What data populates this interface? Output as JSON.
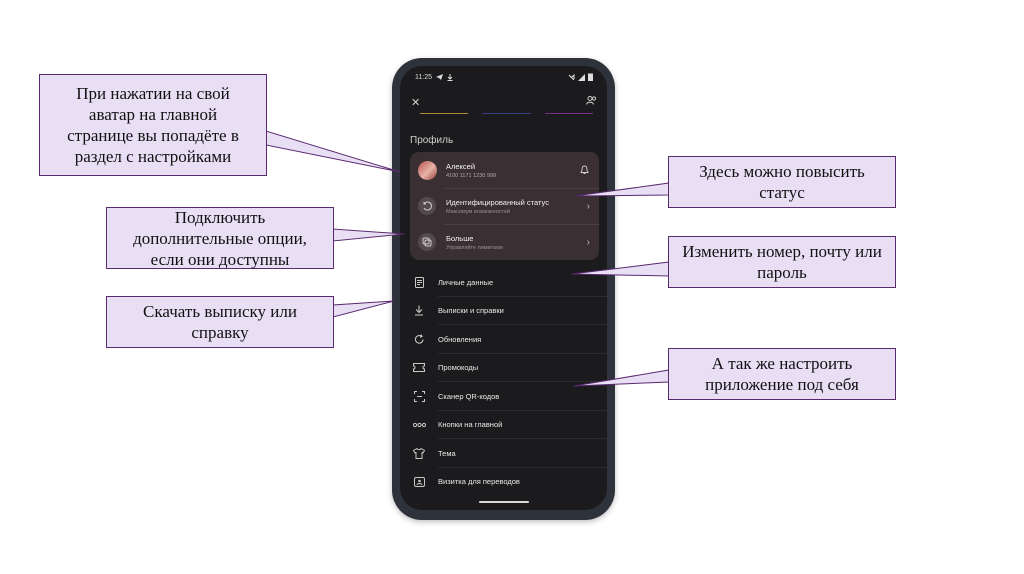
{
  "callouts": {
    "avatar": "При нажатии на свой\nаватар на главной\nстранице вы попадёте в\nраздел с настройками",
    "options": "Подключить\nдополнительные опции,\nесли они доступны",
    "statement": "Скачать выписку или\nсправку",
    "status": "Здесь можно повысить\nстатус",
    "contacts": "Изменить номер, почту или\nпароль",
    "customize": "А так же настроить\nприложение под себя"
  },
  "phone": {
    "status_bar": {
      "time": "11:25"
    },
    "tab_colors": [
      "#b08a2e",
      "#3a3a8a",
      "#7a2f8a"
    ],
    "section_title": "Профиль",
    "profile_card": {
      "user": {
        "name": "Алексей",
        "account": "4100 1171 1230 999"
      },
      "status": {
        "title": "Идентифицированный статус",
        "subtitle": "Максимум возможностей"
      },
      "more": {
        "title": "Больше",
        "subtitle": "Управляйте лимитами"
      }
    },
    "menu": [
      {
        "label": "Личные данные",
        "icon": "document-icon"
      },
      {
        "label": "Выписки и справки",
        "icon": "download-icon"
      },
      {
        "label": "Обновления",
        "icon": "refresh-icon"
      },
      {
        "label": "Промокоды",
        "icon": "ticket-icon"
      },
      {
        "label": "Сканер QR-кодов",
        "icon": "qr-scanner-icon"
      },
      {
        "label": "Кнопки на главной",
        "icon": "dots-icon"
      },
      {
        "label": "Тема",
        "icon": "tshirt-icon"
      },
      {
        "label": "Визитка для переводов",
        "icon": "card-icon"
      }
    ]
  },
  "colors": {
    "callout_bg": "#e8dff5",
    "callout_border": "#5a2a6e",
    "phone_frame": "#2e323b",
    "screen_bg": "#1b1b1d",
    "card_bg": "#3a2f33"
  }
}
